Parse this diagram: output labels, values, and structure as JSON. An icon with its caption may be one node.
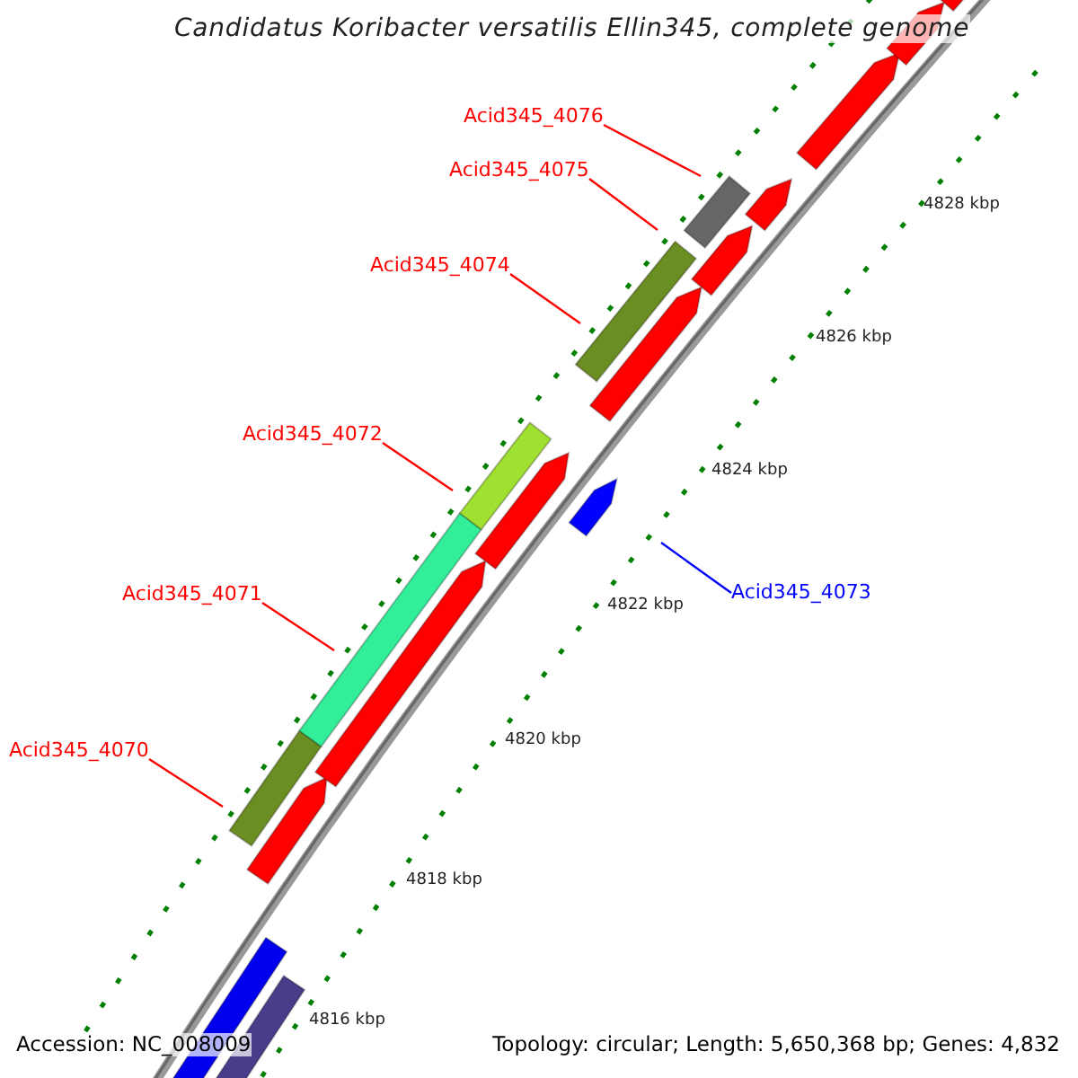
{
  "diagram": {
    "title": "Candidatus Koribacter versatilis Ellin345, complete genome",
    "nodes": [
      {
        "text": [
          "Acid345_4076"
        ]
      },
      {
        "text": [
          "Acid345_4075"
        ]
      },
      {
        "text": [
          "Acid345_4074"
        ]
      },
      {
        "text": [
          "Acid345_4072"
        ]
      },
      {
        "text": [
          "Acid345_4071"
        ]
      },
      {
        "text": [
          "Acid345_4070"
        ]
      },
      {
        "text": [
          "Acid345_4073"
        ]
      }
    ],
    "edges": [
      {
        "from": 0,
        "to": null,
        "arrow": "none"
      },
      {
        "from": 1,
        "to": null,
        "arrow": "none"
      },
      {
        "from": 2,
        "to": null,
        "arrow": "none"
      },
      {
        "from": 3,
        "to": null,
        "arrow": "none"
      },
      {
        "from": 4,
        "to": null,
        "arrow": "none"
      },
      {
        "from": 5,
        "to": null,
        "arrow": "none"
      },
      {
        "from": 6,
        "to": null,
        "arrow": "none",
        "color": "#0000ff"
      }
    ],
    "labels": [
      "4828 kbp",
      "4826 kbp",
      "4824 kbp",
      "4822 kbp",
      "4820 kbp",
      "4818 kbp",
      "4816 kbp",
      "Accession: NC_008009",
      "Topology: circular; Length: 5,650,368 bp; Genes: 4,832"
    ]
  }
}
